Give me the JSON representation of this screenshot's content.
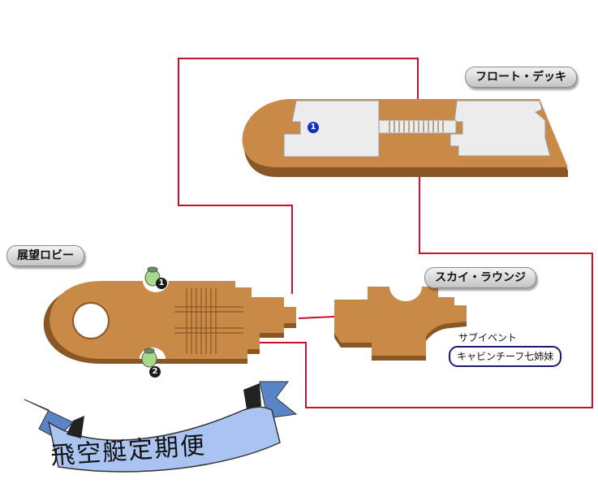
{
  "areas": {
    "front_deck": "フロート・デッキ",
    "observation_lobby": "展望ロビー",
    "sky_lounge": "スカイ・ラウンジ"
  },
  "sub_event": {
    "label": "サブイベント",
    "name": "キャビンチーフ七姉妹"
  },
  "markers": {
    "deck_marker": "1",
    "jar_1": "1",
    "jar_2": "2"
  },
  "banner": {
    "title": "飛空艇定期便"
  },
  "colors": {
    "floor": "#c98a48",
    "floor_edge": "#8a5724",
    "walkway": "#ececec",
    "route_line": "#c8102e",
    "banner": "#7fa8e6",
    "deck_marker": "#1030c8",
    "jar_marker": "#1a1a1a"
  }
}
